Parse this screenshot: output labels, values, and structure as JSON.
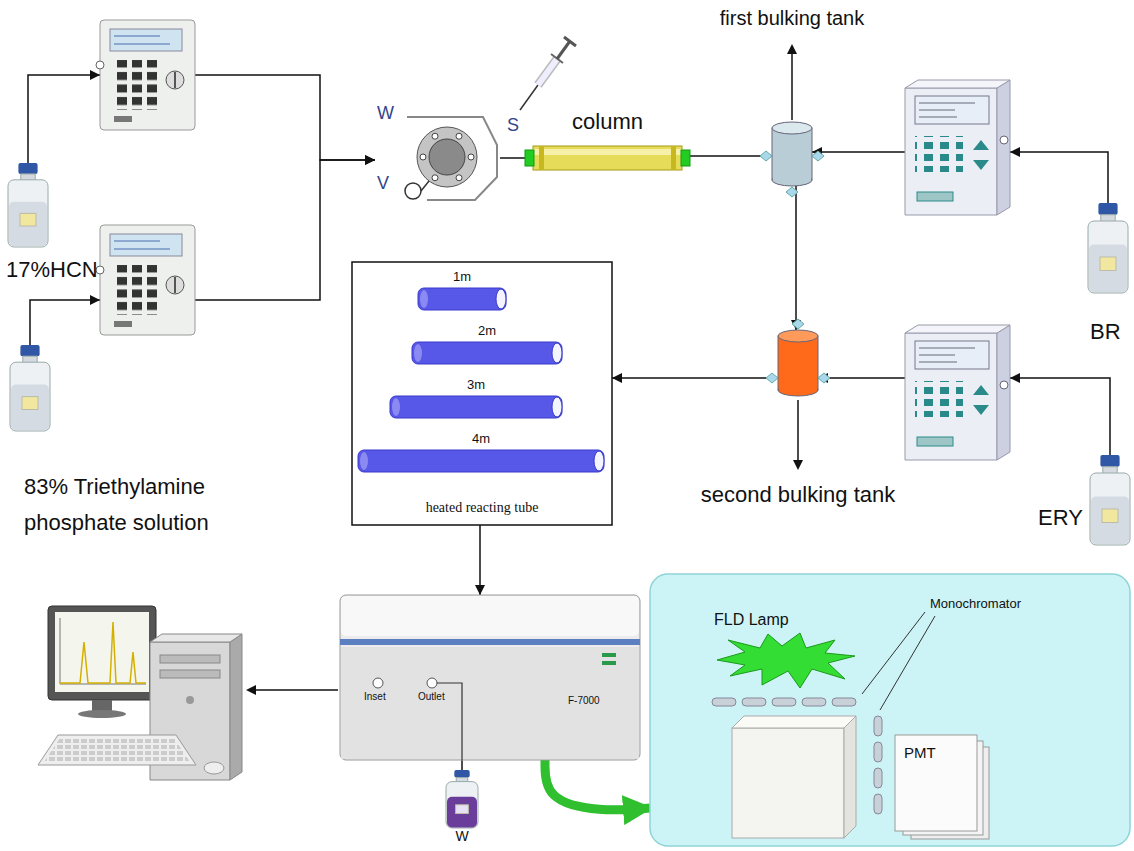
{
  "diagram": {
    "nodes": [
      {
        "text": [
          "17%HCN"
        ]
      },
      {
        "text": [
          "83% Triethylamine phosphate solution"
        ]
      },
      {
        "text": [
          "W",
          "S",
          "V"
        ]
      },
      {
        "text": [
          "column"
        ]
      },
      {
        "text": [
          "first bulking tank"
        ]
      },
      {
        "text": [
          "BR"
        ]
      },
      {
        "text": [
          "heated reacting tube"
        ]
      },
      {
        "text": [
          "1m"
        ],
        "in": 6
      },
      {
        "text": [
          "2m"
        ],
        "in": 6
      },
      {
        "text": [
          "3m"
        ],
        "in": 6
      },
      {
        "text": [
          "4m"
        ],
        "in": 6
      },
      {
        "text": [
          "second bulking tank"
        ]
      },
      {
        "text": [
          "ERY"
        ]
      },
      {
        "text": [
          "F-7000",
          "Inset",
          "Outlet"
        ]
      },
      {
        "text": [
          "FLD Lamp",
          "Monochromator",
          "PMT"
        ]
      },
      {
        "text": [
          "W"
        ]
      }
    ],
    "edges": [
      {
        "from": 0,
        "to": 2,
        "arrow": "to"
      },
      {
        "from": 1,
        "to": 2,
        "arrow": "to"
      },
      {
        "from": 2,
        "to": 3,
        "arrow": "none"
      },
      {
        "from": 3,
        "to": 4,
        "arrow": "none"
      },
      {
        "from": 5,
        "to": 4,
        "arrow": "to"
      },
      {
        "from": 4,
        "to": 11,
        "arrow": "to"
      },
      {
        "from": 12,
        "to": 11,
        "arrow": "to"
      },
      {
        "from": 11,
        "to": 6,
        "arrow": "to"
      },
      {
        "from": 6,
        "to": 13,
        "arrow": "to"
      },
      {
        "from": 13,
        "to": 15,
        "arrow": "none"
      },
      {
        "from": 13,
        "to": 14,
        "arrow": "to"
      }
    ]
  }
}
